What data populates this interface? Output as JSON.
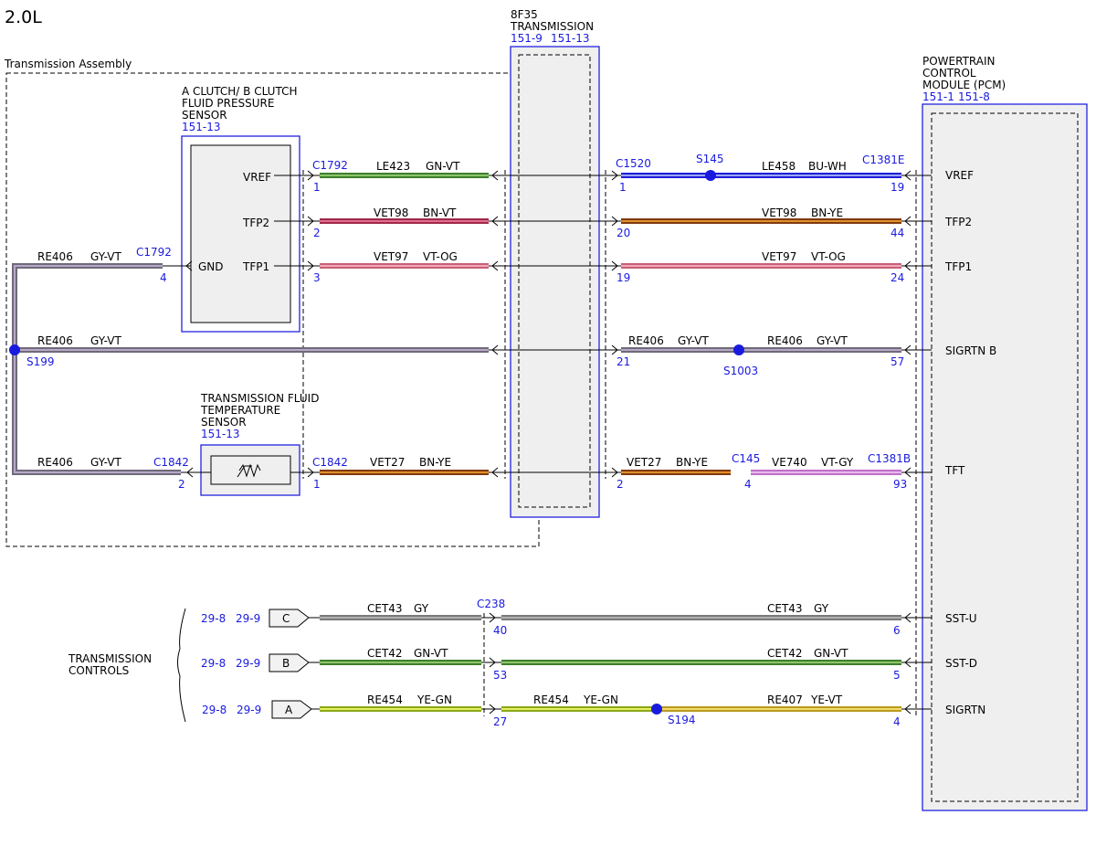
{
  "engine_label": "2.0L",
  "assembly_label": "Transmission Assembly",
  "transmission": {
    "line1": "8F35",
    "line2": "TRANSMISSION",
    "ref1": "151-9",
    "ref2": "151-13"
  },
  "pcm": {
    "line1": "POWERTRAIN",
    "line2": "CONTROL",
    "line3": "MODULE (PCM)",
    "ref1": "151-1",
    "ref2": "151-8"
  },
  "sensor1": {
    "line1": "A CLUTCH/ B CLUTCH",
    "line2": "FLUID PRESSURE",
    "line3": "SENSOR",
    "ref": "151-13",
    "pin_vref": "VREF",
    "pin_tfp2": "TFP2",
    "pin_tfp1": "TFP1",
    "pin_gnd": "GND"
  },
  "sensor2": {
    "line1": "TRANSMISSION FLUID",
    "line2": "TEMPERATURE",
    "line3": "SENSOR",
    "ref": "151-13"
  },
  "trans_controls": {
    "line1": "TRANSMISSION",
    "line2": "CONTROLS"
  },
  "colors": {
    "GN-VT": [
      "#3f7f2e",
      "#8fc46b"
    ],
    "BU-WH": [
      "#1f1fd6",
      "#9aa6f5"
    ],
    "BN-VT": [
      "#a02848",
      "#e07090"
    ],
    "BN-YE": [
      "#7f3a10",
      "#e0902a"
    ],
    "VT-OG": [
      "#c86078",
      "#f2a8b8"
    ],
    "GY-VT": [
      "#6f6a7a",
      "#b8a8c8"
    ],
    "VT-GY": [
      "#c070c8",
      "#e8b8ec"
    ],
    "GY": [
      "#7a7a7a",
      "#b0b0b0"
    ],
    "YE-GN": [
      "#8aa818",
      "#e6ee5e"
    ],
    "YE-VT": [
      "#b89a20",
      "#f2dc6a"
    ]
  },
  "wires": [
    {
      "circuit": "LE423",
      "color": "GN-VT"
    },
    {
      "circuit": "LE458",
      "color": "BU-WH"
    },
    {
      "circuit": "VET98",
      "color": "BN-VT"
    },
    {
      "circuit": "VET98",
      "color": "BN-YE"
    },
    {
      "circuit": "VET97",
      "color": "VT-OG"
    },
    {
      "circuit": "VET97",
      "color": "VT-OG"
    },
    {
      "circuit": "RE406",
      "color": "GY-VT"
    },
    {
      "circuit": "RE406",
      "color": "GY-VT"
    },
    {
      "circuit": "RE406",
      "color": "GY-VT"
    },
    {
      "circuit": "RE406",
      "color": "GY-VT"
    },
    {
      "circuit": "RE406",
      "color": "GY-VT"
    },
    {
      "circuit": "VET27",
      "color": "BN-YE"
    },
    {
      "circuit": "VET27",
      "color": "BN-YE"
    },
    {
      "circuit": "VE740",
      "color": "VT-GY"
    },
    {
      "circuit": "CET43",
      "color": "GY"
    },
    {
      "circuit": "CET43",
      "color": "GY"
    },
    {
      "circuit": "CET42",
      "color": "GN-VT"
    },
    {
      "circuit": "CET42",
      "color": "GN-VT"
    },
    {
      "circuit": "RE454",
      "color": "YE-GN"
    },
    {
      "circuit": "RE454",
      "color": "YE-GN"
    },
    {
      "circuit": "RE407",
      "color": "YE-VT"
    }
  ],
  "connectors": [
    "C1792",
    "C1792",
    "C1520",
    "C1381E",
    "C1842",
    "C1842",
    "C145",
    "C1381B",
    "C238"
  ],
  "splices": [
    "S145",
    "S199",
    "S1003",
    "S194"
  ],
  "pins": [
    "1",
    "2",
    "3",
    "4",
    "1",
    "20",
    "19",
    "21",
    "2",
    "19",
    "44",
    "24",
    "57",
    "4",
    "93",
    "2",
    "1",
    "40",
    "53",
    "27",
    "6",
    "5",
    "4"
  ],
  "pcm_pins": [
    "VREF",
    "TFP2",
    "TFP1",
    "SIGRTN B",
    "TFT",
    "SST-U",
    "SST-D",
    "SIGRTN"
  ],
  "control_refs": [
    "29-8",
    "29-9",
    "29-8",
    "29-9",
    "29-8",
    "29-9"
  ],
  "control_tags": [
    "C",
    "B",
    "A"
  ]
}
